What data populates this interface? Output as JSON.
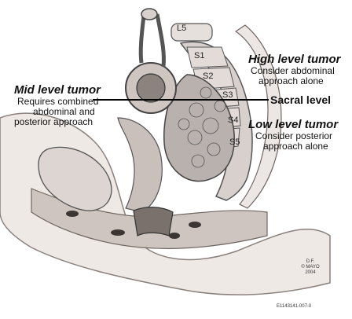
{
  "vertebra_labels": {
    "l5": "L5",
    "s1": "S1",
    "s2": "S2",
    "s3": "S3",
    "s4": "S4",
    "s5": "S5"
  },
  "high_level": {
    "title": "High level tumor",
    "line1": "Consider abdominal",
    "line2": "approach alone"
  },
  "mid_level": {
    "title": "Mid level tumor",
    "line1": "Requires combined",
    "line2": "abdominal and",
    "line3": "posterior approach"
  },
  "sacral_level": {
    "label": "Sacral level"
  },
  "low_level": {
    "title": "Low level tumor",
    "line1": "Consider posterior",
    "line2": "approach alone"
  },
  "signature": {
    "line1": "D.F.",
    "line2": "© MAYO",
    "line3": "2004"
  },
  "figure_code": "E1143141-007-0"
}
